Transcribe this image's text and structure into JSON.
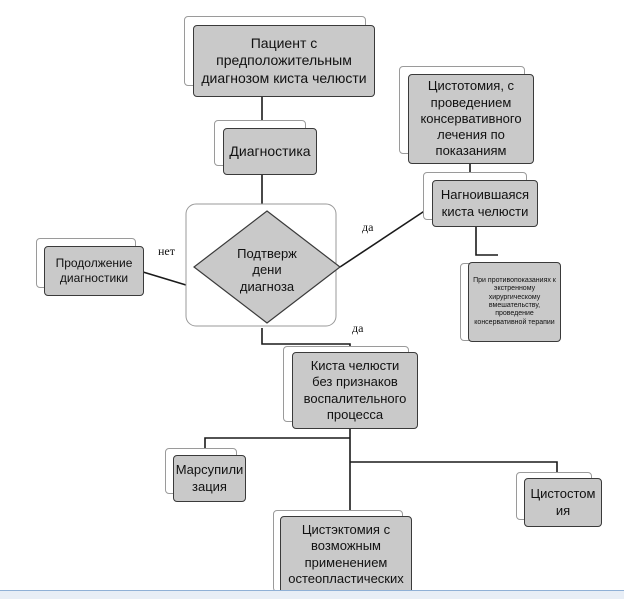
{
  "nodes": {
    "patient": "Пациент с предположительным диагнозом киста челюсти",
    "diagnostics": "Диагностика",
    "confirm": "Подтверж дени диагноза",
    "continue_diag": "Продолжение диагностики",
    "cystotomy": "Цистотомия, с проведением консервативного лечения по показаниям",
    "suppurated": "Нагноившаяся киста челюсти",
    "contraindications": "При противопоказаниях к экстренному хирургическому вмешательству, проведение консервативной терапии",
    "no_inflammation": "Киста челюсти без признаков воспалительного процесса",
    "marsupialization": "Марсупили зация",
    "cystostomy": "Цистостом ия",
    "cystectomy": "Цистэктомия с возможным применением остеопластических материалов"
  },
  "edge_labels": {
    "no": "нет",
    "yes_right": "да",
    "yes_down": "да"
  },
  "colors": {
    "box_fill": "#c9c9c9",
    "box_border": "#3a3a3a",
    "line": "#1a1a1a"
  }
}
